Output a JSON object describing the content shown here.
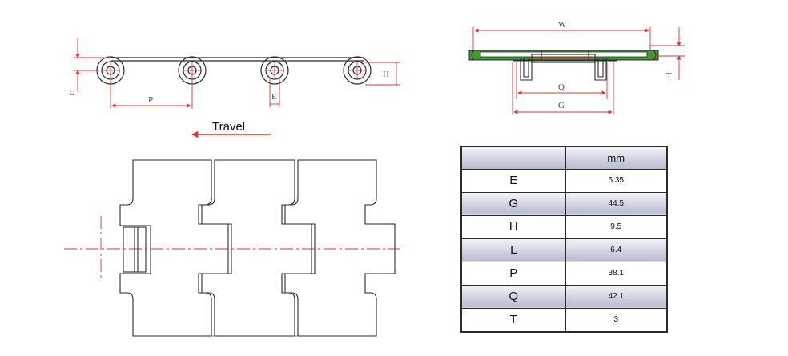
{
  "labels": {
    "W": "W",
    "T": "T",
    "Q": "Q",
    "G": "G",
    "L": "L",
    "P": "P",
    "E": "E",
    "H": "H",
    "travel": "Travel"
  },
  "colors": {
    "dimension": "#e53030",
    "line": "#2b2b2b",
    "top_plate": "#3d9b2f",
    "centerline": "#e53030"
  },
  "table": {
    "unit_header": "mm",
    "rows": [
      {
        "param": "E",
        "value": "6.35"
      },
      {
        "param": "G",
        "value": "44.5"
      },
      {
        "param": "H",
        "value": "9.5"
      },
      {
        "param": "L",
        "value": "6.4"
      },
      {
        "param": "P",
        "value": "38.1"
      },
      {
        "param": "Q",
        "value": "42.1"
      },
      {
        "param": "T",
        "value": "3"
      }
    ]
  }
}
